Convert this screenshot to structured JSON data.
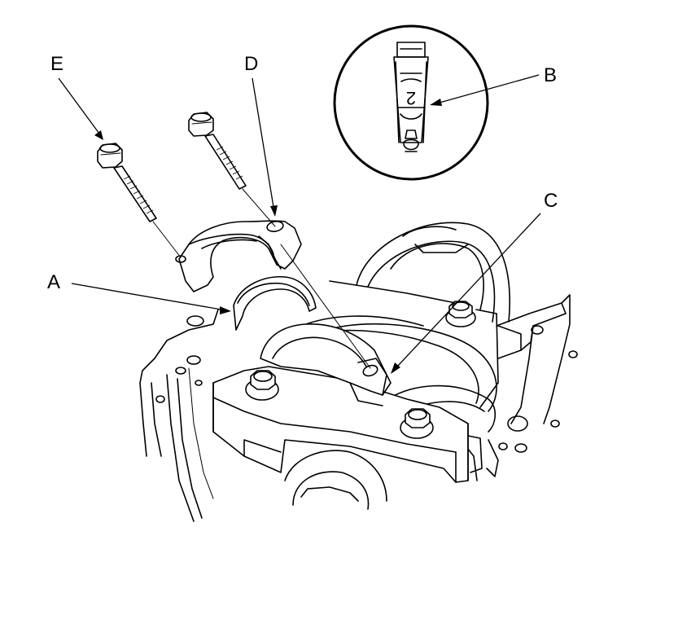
{
  "labels": {
    "a": "A",
    "b": "B",
    "c": "C",
    "d": "D",
    "e": "E"
  },
  "detail": {
    "stamp": "2"
  }
}
